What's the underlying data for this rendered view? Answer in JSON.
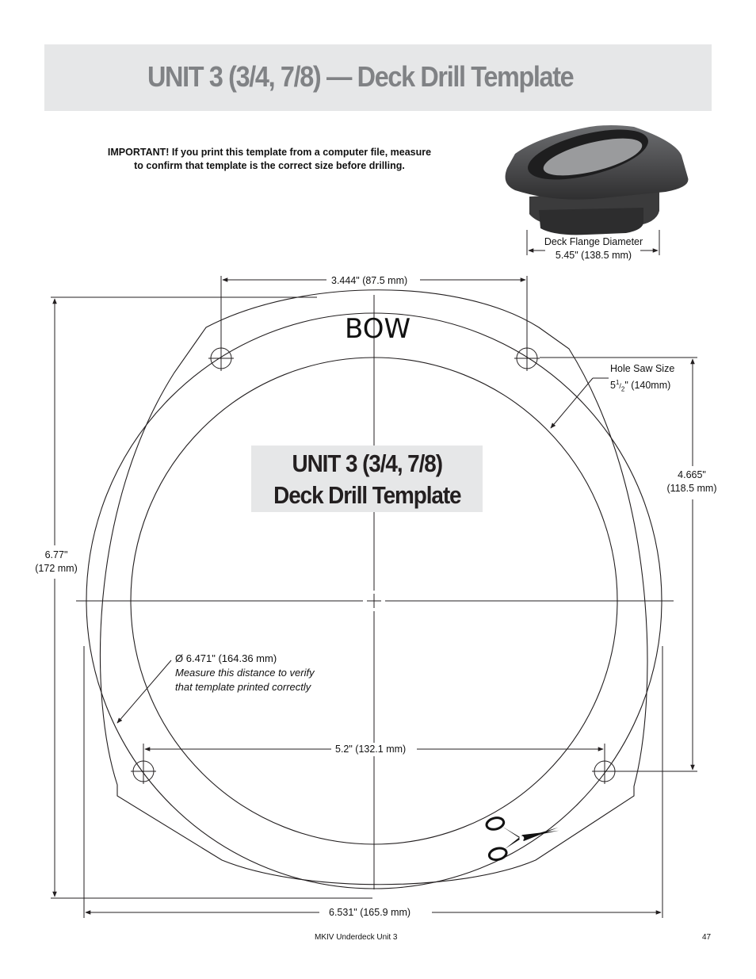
{
  "header": {
    "title": "UNIT 3 (3/4, 7/8) — Deck Drill Template"
  },
  "notice": {
    "line1": "IMPORTANT! If you print this template from a computer file, measure",
    "line2": "to confirm that template is the correct size before drilling."
  },
  "product_image": {
    "flange_label": "Deck Flange Diameter",
    "flange_value": "5.45\" (138.5 mm)"
  },
  "dimensions": {
    "top_hole_spacing": "3.444\" (87.5 mm)",
    "bottom_hole_spacing": "5.2\" (132.1 mm)",
    "overall_height_in": "6.77\"",
    "overall_height_mm": "(172 mm)",
    "hole_vertical_in": "4.665\"",
    "hole_vertical_mm": "(118.5 mm)",
    "overall_width": "6.531\" (165.9 mm)"
  },
  "hole_saw": {
    "label": "Hole Saw Size",
    "size_whole": "5",
    "size_num": "1",
    "size_den": "2",
    "size_rest": "\" (140mm)"
  },
  "bow_label": "BOW",
  "inner_title": {
    "line1": "UNIT 3 (3/4, 7/8)",
    "line2": "Deck Drill Template"
  },
  "verify": {
    "diameter": "Ø 6.471\" (164.36 mm)",
    "note_line1": "Measure this distance to verify",
    "note_line2": "that template printed correctly"
  },
  "footer": {
    "doc_name": "MKIV Underdeck Unit 3",
    "page_number": "47"
  },
  "icons": {
    "scissors": "scissors-icon",
    "crosshair": "crosshair-icon"
  },
  "colors": {
    "band": "#e6e7e8",
    "title_gray": "#808285",
    "line": "#231f20"
  }
}
